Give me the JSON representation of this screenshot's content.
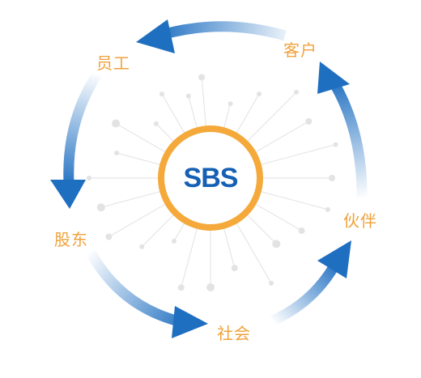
{
  "center": {
    "logo_text": "SBS",
    "ring_color": "#f4a93a",
    "logo_color": "#1660b4"
  },
  "stakeholders": [
    {
      "id": "customer",
      "label": "客户"
    },
    {
      "id": "partner",
      "label": "伙伴"
    },
    {
      "id": "society",
      "label": "社会"
    },
    {
      "id": "shareholder",
      "label": "股东"
    },
    {
      "id": "employee",
      "label": "员工"
    }
  ],
  "colors": {
    "label": "#f0a23a",
    "arrow": "#1f6fc1",
    "connector": "#e4e4e4"
  }
}
